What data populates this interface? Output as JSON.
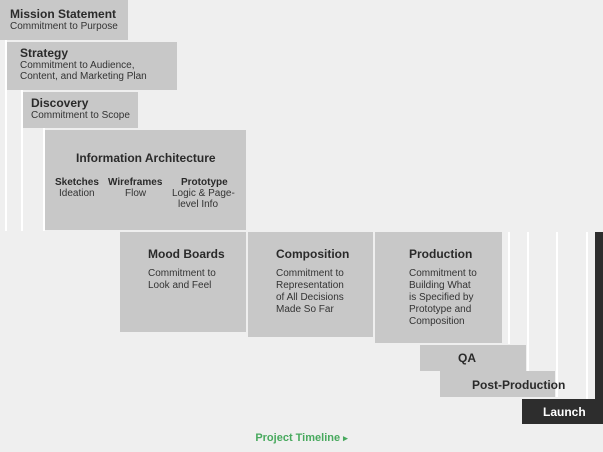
{
  "phases": {
    "mission": {
      "title": "Mission Statement",
      "desc": "Commitment to Purpose"
    },
    "strategy": {
      "title": "Strategy",
      "desc_lines": [
        "Commitment to Audience,",
        "Content, and Marketing Plan"
      ]
    },
    "discovery": {
      "title": "Discovery",
      "desc": "Commitment to Scope"
    },
    "ia": {
      "title": "Information Architecture",
      "items": [
        {
          "title": "Sketches",
          "desc_lines": [
            "Ideation"
          ]
        },
        {
          "title": "Wireframes",
          "desc_lines": [
            "Flow"
          ]
        },
        {
          "title": "Prototype",
          "desc_lines": [
            "Logic & Page-",
            "level Info"
          ]
        }
      ]
    },
    "mood": {
      "title": "Mood Boards",
      "desc_lines": [
        "Commitment to",
        "Look and Feel"
      ]
    },
    "composition": {
      "title": "Composition",
      "desc_lines": [
        "Commitment to",
        "Representation",
        "of All Decisions",
        "Made So Far"
      ]
    },
    "production": {
      "title": "Production",
      "desc_lines": [
        "Commitment to",
        "Building What",
        "is Specified by",
        "Prototype and",
        "Composition"
      ]
    },
    "qa": {
      "title": "QA"
    },
    "postprod": {
      "title": "Post-Production"
    },
    "launch": {
      "title": "Launch"
    }
  },
  "footer": {
    "label": "Project Timeline",
    "arrow": "▸"
  },
  "colors": {
    "box": "#c8c8c8",
    "launch": "#2d2d2d",
    "accent": "#48a95e",
    "background": "#efefef"
  }
}
